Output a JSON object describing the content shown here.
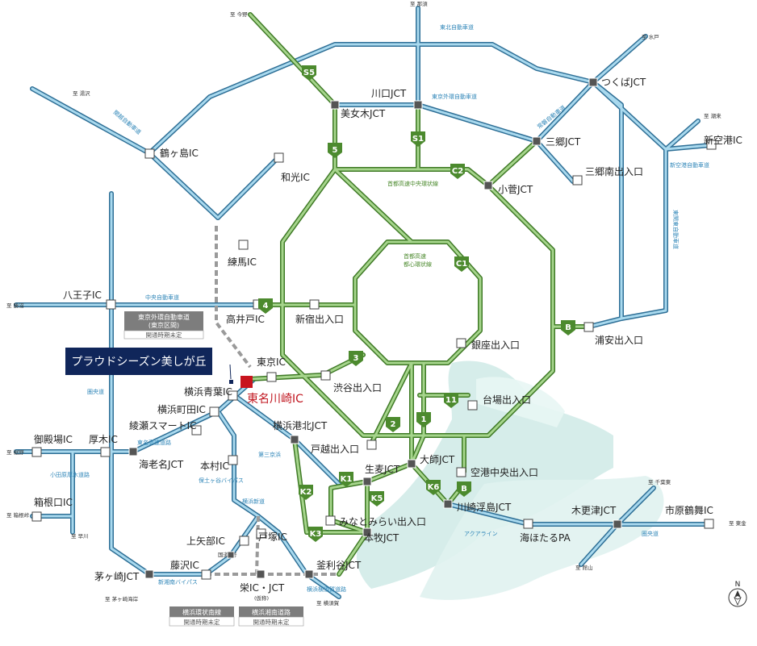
{
  "colors": {
    "expressway_blue": "#5aa6c8",
    "shuto_green": "#6aa847",
    "planned_gray": "#9a9a9a",
    "sea": "#cfe9e6",
    "highlight_red": "#c8141e",
    "property_navy": "#10265a"
  },
  "property": {
    "name": "プラウドシーズン美しが丘"
  },
  "highlight_ic": {
    "name": "東名川崎IC"
  },
  "compass": {
    "label": "N"
  },
  "badges": [
    {
      "title": "東京外環自動車道",
      "sub": "(東京区間)",
      "note": "開通時期未定"
    },
    {
      "title": "横浜環状南線",
      "note": "開通時期未定"
    },
    {
      "title": "横浜湘南道路",
      "note": "開通時期未定"
    }
  ],
  "nodes": {
    "kawaguchi": "川口JCT",
    "bijogi": "美女木JCT",
    "tsukuba": "つくばJCT",
    "misato": "三郷JCT",
    "kosuge": "小菅JCT",
    "misato_minami": "三郷南出入口",
    "shinkuko": "新空港IC",
    "tsurugashima": "鶴ヶ島IC",
    "wako": "和光IC",
    "nerima": "練馬IC",
    "hachioji": "八王子IC",
    "takaido": "高井戸IC",
    "shinjuku": "新宿出入口",
    "ginza": "銀座出入口",
    "urayasu": "浦安出入口",
    "tokyo_ic": "東京IC",
    "shibuya": "渋谷出入口",
    "yokohama_aoba": "横浜青葉IC",
    "yokohama_machida": "横浜町田IC",
    "ayase": "綾瀬スマートIC",
    "yokohama_kohoku": "横浜港北JCT",
    "daiba": "台場出入口",
    "togoshi": "戸越出入口",
    "daishi": "大師JCT",
    "namamugi": "生麦JCT",
    "kuko_chuo": "空港中央出入口",
    "gotemba": "御殿場IC",
    "atsugi": "厚木IC",
    "ebina": "海老名JCT",
    "kimura": "本村IC",
    "kawasaki_ukishima": "川崎浮島JCT",
    "kisarazu": "木更津JCT",
    "ichihara": "市原鶴舞IC",
    "hakone": "箱根口IC",
    "minatomirai": "みなとみらい出入口",
    "honmoku": "本牧JCT",
    "kamiyabe": "上矢部IC",
    "totsuka": "戸塚IC",
    "umihotaru": "海ほたるPA",
    "fujisawa": "藤沢IC",
    "chigasaki": "茅ヶ崎JCT",
    "sakae": "栄IC・JCT",
    "sakae_sub": "(仮称)",
    "kanazawa": "釜利谷JCT"
  },
  "shields": [
    "S5",
    "5",
    "S1",
    "C2",
    "C1",
    "4",
    "3",
    "B",
    "11",
    "2",
    "1",
    "K1",
    "K2",
    "K5",
    "K6",
    "B",
    "K3"
  ],
  "road_labels": [
    "東北自動車道",
    "東京外環自動車道",
    "常磐自動車道",
    "関越自動車道",
    "首都高速中央環状線",
    "首都高速",
    "都心環状線",
    "新空港自動車道",
    "東関東自動車道",
    "中央自動車道",
    "圏央道",
    "東名高速道路",
    "小田原厚木道路",
    "第三京浜",
    "保土ヶ谷バイパス",
    "横浜新道",
    "国道1号",
    "新湘南バイパス",
    "横浜横須賀道路",
    "アクアライン",
    "圏央道"
  ],
  "destinations": [
    "至 今野",
    "至 那須",
    "至 水戸",
    "至 潮来",
    "至 湯沢",
    "至 勝沼",
    "至 裾野",
    "至 箱根峠",
    "至 早川",
    "至 茅ヶ崎海岸",
    "至 横須賀",
    "至 千葉東",
    "至 東金",
    "至 館山"
  ]
}
